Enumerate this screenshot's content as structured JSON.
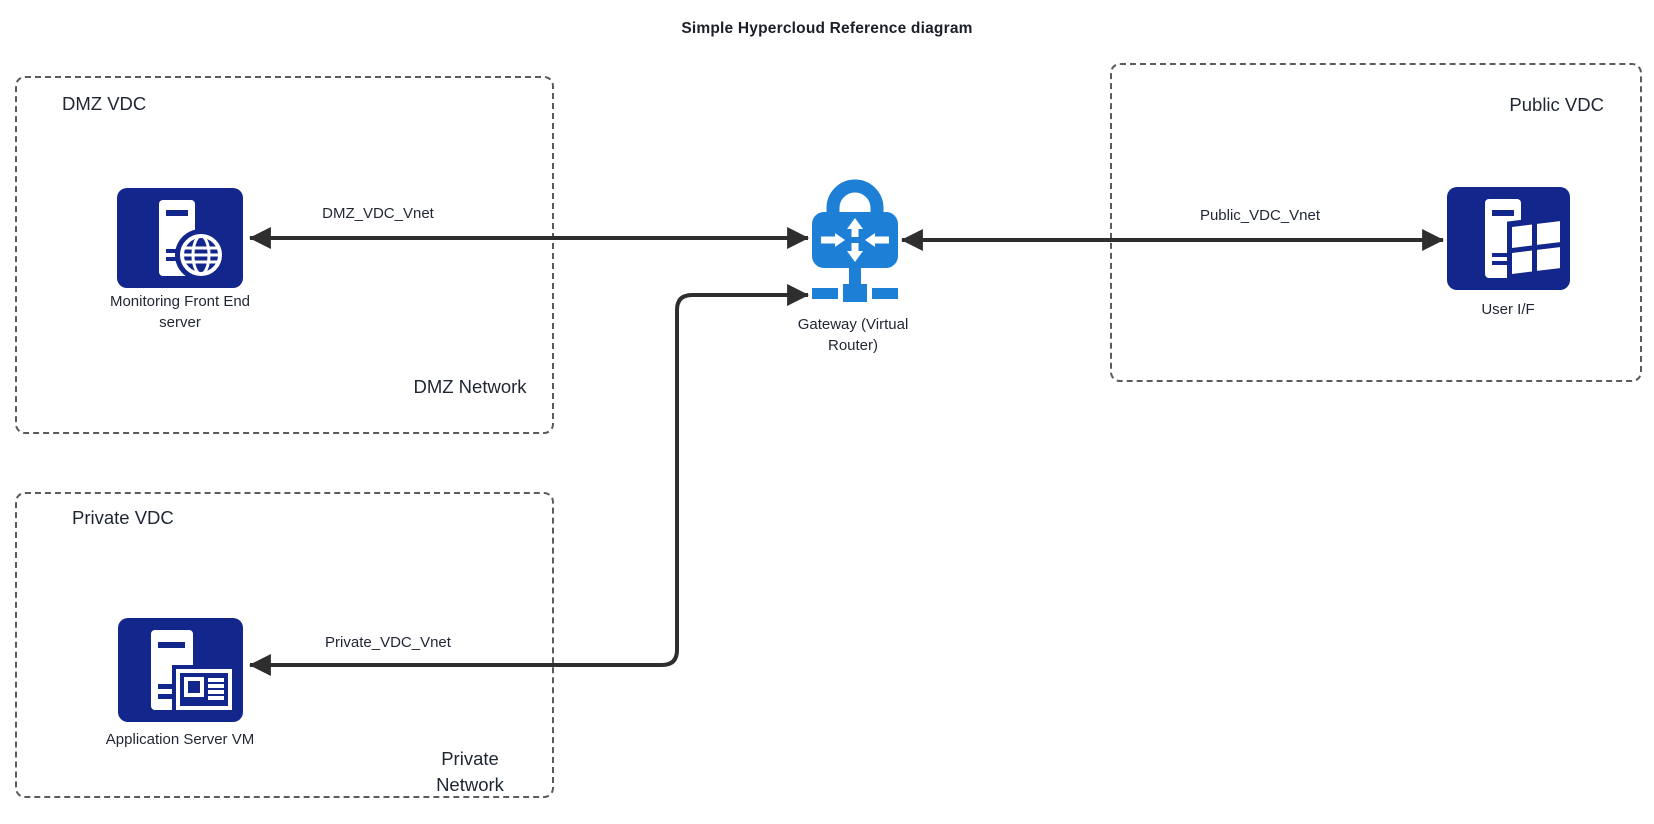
{
  "title": "Simple Hypercloud Reference diagram",
  "colors": {
    "navy": "#13268b",
    "azure": "#1d7fd6",
    "line": "#2e2e2e",
    "dash": "#5b5b5b",
    "text": "#1f2633"
  },
  "zones": {
    "dmz": {
      "label": "DMZ VDC",
      "network_label": "DMZ Network"
    },
    "private": {
      "label": "Private VDC",
      "network_label": "Private Network"
    },
    "public": {
      "label": "Public VDC"
    }
  },
  "nodes": {
    "monitoring": {
      "label": "Monitoring Front End server",
      "icon": "server-globe-icon"
    },
    "application": {
      "label": "Application Server VM",
      "icon": "server-vm-icon"
    },
    "user": {
      "label": "User I/F",
      "icon": "server-windows-icon"
    },
    "gateway": {
      "label": "Gateway (Virtual Router)",
      "icon": "vpn-gateway-lock-icon"
    }
  },
  "connectors": {
    "dmz_vnet": {
      "label": "DMZ_VDC_Vnet"
    },
    "public_vnet": {
      "label": "Public_VDC_Vnet"
    },
    "private_vnet": {
      "label": "Private_VDC_Vnet"
    }
  }
}
